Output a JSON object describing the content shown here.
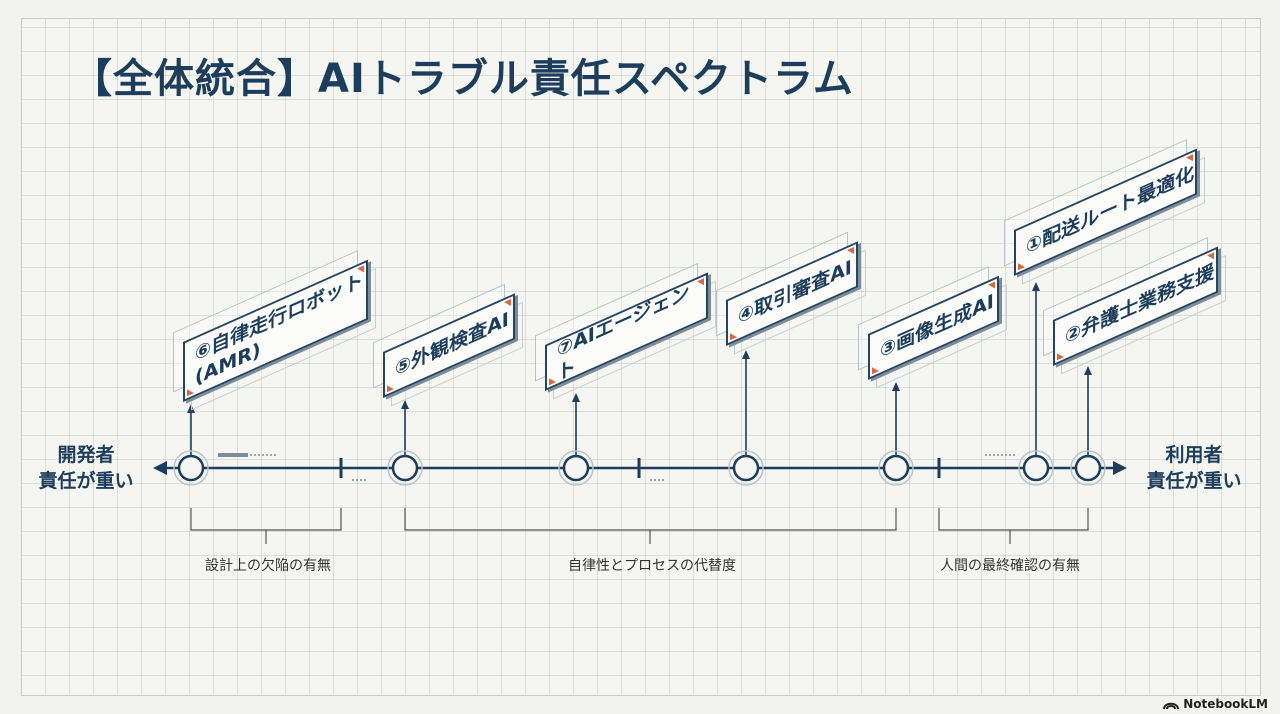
{
  "title": "【全体統合】AIトラブル責任スペクトラム",
  "axis": {
    "left_label": "開発者\n責任が重い",
    "right_label": "利用者\n責任が重い"
  },
  "items": [
    {
      "label": "⑥自律走行ロボット\n(AMR)"
    },
    {
      "label": "⑤外観検査AI"
    },
    {
      "label": "⑦AIエージェント"
    },
    {
      "label": "④取引審査AI"
    },
    {
      "label": "③画像生成AI"
    },
    {
      "label": "①配送ルート最適化"
    },
    {
      "label": "②弁護士業務支援"
    }
  ],
  "groups": [
    {
      "label": "設計上の欠陥の有無"
    },
    {
      "label": "自律性とプロセスの代替度"
    },
    {
      "label": "人間の最終確認の有無"
    }
  ],
  "logo": {
    "text": "NotebookLM",
    "icon": "notebooklm-logo-icon"
  },
  "colors": {
    "navy": "#1d3d5c",
    "accent": "#d36a44",
    "grid": "#c9ccc8"
  }
}
